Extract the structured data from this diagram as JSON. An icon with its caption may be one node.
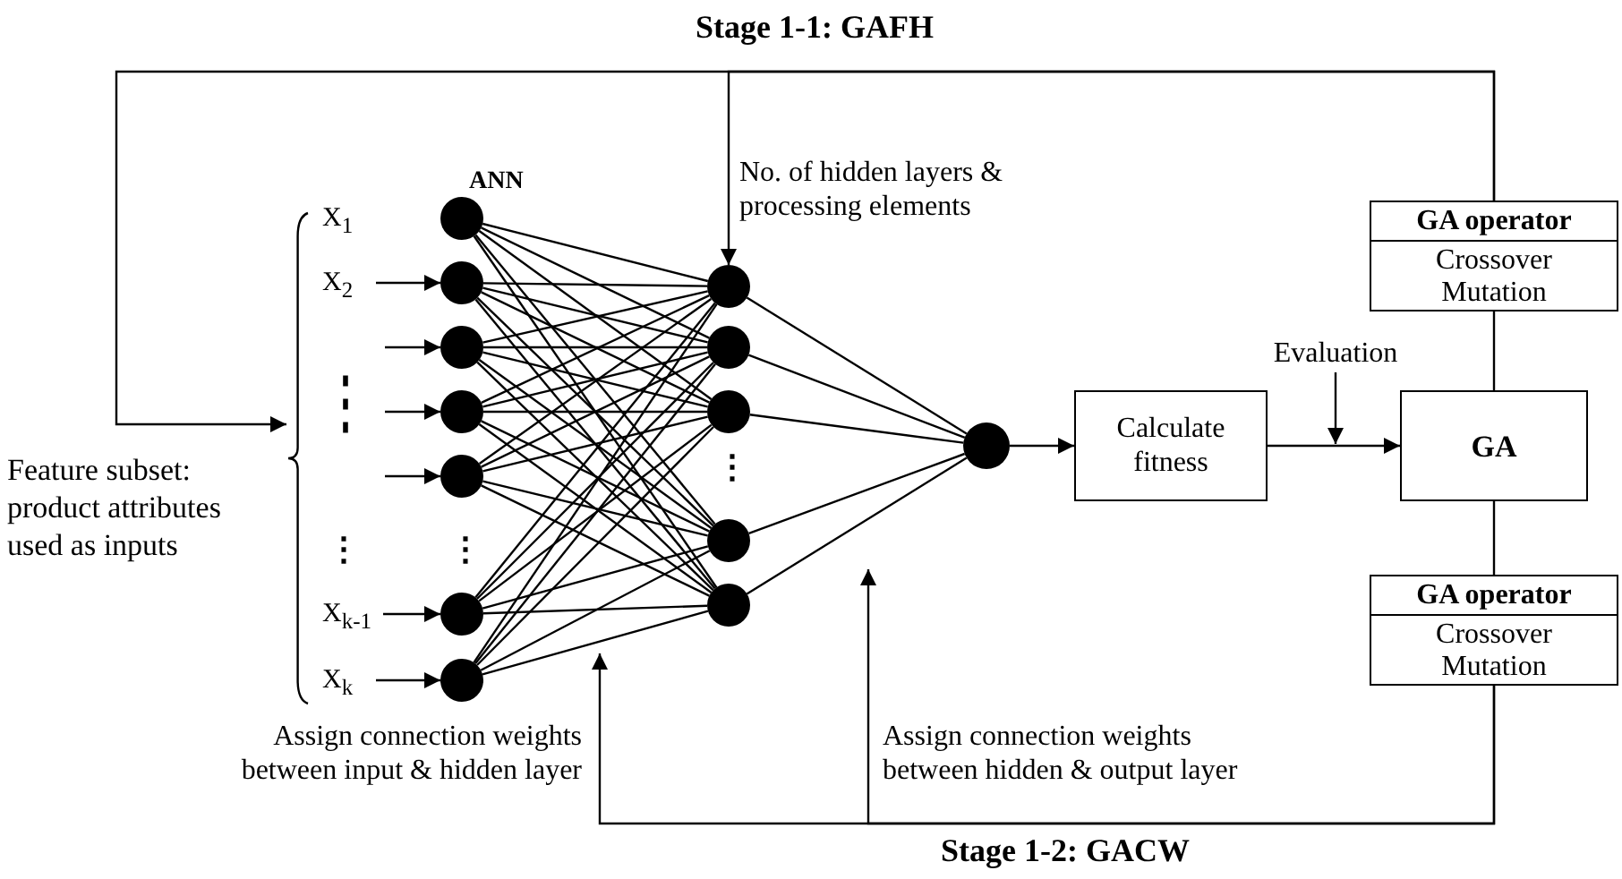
{
  "diagram": {
    "nodes": [
      {
        "text": [],
        "shape": "circle"
      },
      {
        "text": [],
        "shape": "circle"
      },
      {
        "text": [],
        "shape": "circle"
      },
      {
        "text": [],
        "shape": "circle"
      },
      {
        "text": [],
        "shape": "circle"
      },
      {
        "text": [],
        "shape": "circle"
      },
      {
        "text": [],
        "shape": "circle"
      },
      {
        "text": [],
        "shape": "circle"
      },
      {
        "text": [],
        "shape": "circle"
      },
      {
        "text": [],
        "shape": "circle"
      },
      {
        "text": [],
        "shape": "circle"
      },
      {
        "text": [],
        "shape": "circle"
      },
      {
        "text": [],
        "shape": "circle"
      },
      {
        "text": [
          "Calculate fitness"
        ]
      },
      {
        "text": [
          "GA"
        ]
      },
      {
        "text": [
          "GA operator",
          "Crossover Mutation"
        ]
      },
      {
        "text": [
          "GA operator",
          "Crossover Mutation"
        ]
      },
      {
        "text": [
          "X$_{1}$"
        ]
      },
      {
        "text": [
          "X$_{2}$"
        ]
      },
      {
        "text": [
          "X$_{k-1}$"
        ]
      },
      {
        "text": [
          "X$_{k}$"
        ]
      },
      {
        "text": [
          "Feature subset: product attributes used as inputs"
        ]
      },
      {
        "text": [
          "Evaluation"
        ]
      }
    ],
    "edges": [
      {
        "from": 18,
        "to": 1,
        "arrow": "to"
      },
      {
        "from": null,
        "to": 2,
        "arrow": "to"
      },
      {
        "from": null,
        "to": 3,
        "arrow": "to"
      },
      {
        "from": null,
        "to": 4,
        "arrow": "to"
      },
      {
        "from": 19,
        "to": 5,
        "arrow": "to"
      },
      {
        "from": 20,
        "to": 6,
        "arrow": "to"
      },
      {
        "from": 0,
        "to": 7,
        "arrow": "none"
      },
      {
        "from": 0,
        "to": 8,
        "arrow": "none"
      },
      {
        "from": 0,
        "to": 9,
        "arrow": "none"
      },
      {
        "from": 0,
        "to": 10,
        "arrow": "none"
      },
      {
        "from": 0,
        "to": 11,
        "arrow": "none"
      },
      {
        "from": 1,
        "to": 7,
        "arrow": "none"
      },
      {
        "from": 1,
        "to": 8,
        "arrow": "none"
      },
      {
        "from": 1,
        "to": 9,
        "arrow": "none"
      },
      {
        "from": 1,
        "to": 10,
        "arrow": "none"
      },
      {
        "from": 1,
        "to": 11,
        "arrow": "none"
      },
      {
        "from": 2,
        "to": 7,
        "arrow": "none"
      },
      {
        "from": 2,
        "to": 8,
        "arrow": "none"
      },
      {
        "from": 2,
        "to": 9,
        "arrow": "none"
      },
      {
        "from": 2,
        "to": 10,
        "arrow": "none"
      },
      {
        "from": 2,
        "to": 11,
        "arrow": "none"
      },
      {
        "from": 3,
        "to": 7,
        "arrow": "none"
      },
      {
        "from": 3,
        "to": 8,
        "arrow": "none"
      },
      {
        "from": 3,
        "to": 9,
        "arrow": "none"
      },
      {
        "from": 3,
        "to": 10,
        "arrow": "none"
      },
      {
        "from": 3,
        "to": 11,
        "arrow": "none"
      },
      {
        "from": 4,
        "to": 7,
        "arrow": "none"
      },
      {
        "from": 4,
        "to": 8,
        "arrow": "none"
      },
      {
        "from": 4,
        "to": 9,
        "arrow": "none"
      },
      {
        "from": 4,
        "to": 10,
        "arrow": "none"
      },
      {
        "from": 4,
        "to": 11,
        "arrow": "none"
      },
      {
        "from": 5,
        "to": 7,
        "arrow": "none"
      },
      {
        "from": 5,
        "to": 8,
        "arrow": "none"
      },
      {
        "from": 5,
        "to": 9,
        "arrow": "none"
      },
      {
        "from": 5,
        "to": 10,
        "arrow": "none"
      },
      {
        "from": 5,
        "to": 11,
        "arrow": "none"
      },
      {
        "from": 6,
        "to": 7,
        "arrow": "none"
      },
      {
        "from": 6,
        "to": 8,
        "arrow": "none"
      },
      {
        "from": 6,
        "to": 9,
        "arrow": "none"
      },
      {
        "from": 6,
        "to": 10,
        "arrow": "none"
      },
      {
        "from": 6,
        "to": 11,
        "arrow": "none"
      },
      {
        "from": 7,
        "to": 12,
        "arrow": "none"
      },
      {
        "from": 8,
        "to": 12,
        "arrow": "none"
      },
      {
        "from": 9,
        "to": 12,
        "arrow": "none"
      },
      {
        "from": 10,
        "to": 12,
        "arrow": "none"
      },
      {
        "from": 11,
        "to": 12,
        "arrow": "none"
      },
      {
        "from": 12,
        "to": 13,
        "arrow": "to"
      },
      {
        "from": 13,
        "to": 14,
        "arrow": "to"
      },
      {
        "from": 22,
        "to": null,
        "arrow": "to"
      },
      {
        "from": 14,
        "to": 15,
        "arrow": "none"
      },
      {
        "from": 14,
        "to": 16,
        "arrow": "none"
      },
      {
        "from": 15,
        "to": 21,
        "arrow": "to"
      },
      {
        "from": 15,
        "to": 7,
        "arrow": "to",
        "label": "No. of hidden layers & processing elements"
      },
      {
        "from": 16,
        "to": null,
        "arrow": "to",
        "label": "Assign connection weights between input & hidden layer"
      },
      {
        "from": 16,
        "to": null,
        "arrow": "to",
        "label": "Assign connection weights between hidden & output layer"
      }
    ],
    "labels": [
      "Stage 1-1: GAFH",
      "ANN",
      "⋮",
      "⋮",
      "⋮",
      "⋮",
      "Stage 1-2: GACW"
    ]
  }
}
